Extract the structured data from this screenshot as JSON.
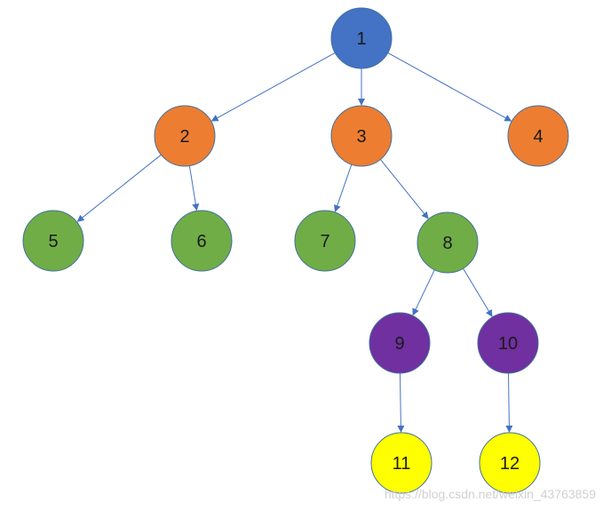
{
  "colors": {
    "root": "#4472c4",
    "level2": "#ed7d31",
    "level3": "#70ad47",
    "level4": "#7030a0",
    "level5": "#ffff00",
    "edge": "#4472c4",
    "stroke": "#41719c"
  },
  "nodes": [
    {
      "id": "1",
      "label": "1",
      "level": "root"
    },
    {
      "id": "2",
      "label": "2",
      "level": "level2"
    },
    {
      "id": "3",
      "label": "3",
      "level": "level2"
    },
    {
      "id": "4",
      "label": "4",
      "level": "level2"
    },
    {
      "id": "5",
      "label": "5",
      "level": "level3"
    },
    {
      "id": "6",
      "label": "6",
      "level": "level3"
    },
    {
      "id": "7",
      "label": "7",
      "level": "level3"
    },
    {
      "id": "8",
      "label": "8",
      "level": "level3"
    },
    {
      "id": "9",
      "label": "9",
      "level": "level4"
    },
    {
      "id": "10",
      "label": "10",
      "level": "level4"
    },
    {
      "id": "11",
      "label": "11",
      "level": "level5"
    },
    {
      "id": "12",
      "label": "12",
      "level": "level5"
    }
  ],
  "edges": [
    {
      "from": "1",
      "to": "2"
    },
    {
      "from": "1",
      "to": "3"
    },
    {
      "from": "1",
      "to": "4"
    },
    {
      "from": "2",
      "to": "5"
    },
    {
      "from": "2",
      "to": "6"
    },
    {
      "from": "3",
      "to": "7"
    },
    {
      "from": "3",
      "to": "8"
    },
    {
      "from": "8",
      "to": "9"
    },
    {
      "from": "8",
      "to": "10"
    },
    {
      "from": "9",
      "to": "11"
    },
    {
      "from": "10",
      "to": "12"
    }
  ],
  "watermark": "https://blog.csdn.net/weixin_43763859"
}
